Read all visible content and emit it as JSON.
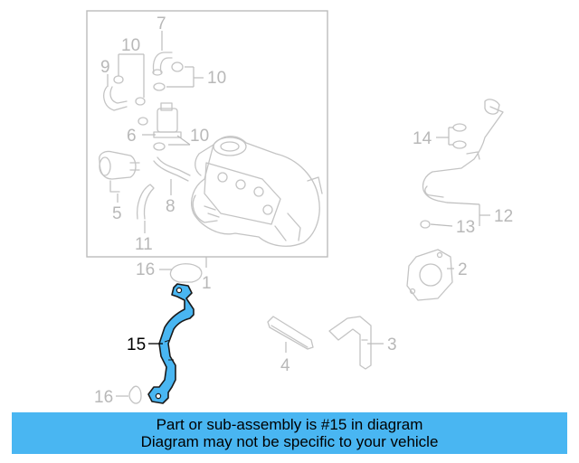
{
  "highlight": {
    "color": "#49b6f2",
    "part_number": "15"
  },
  "callouts": {
    "c1": "1",
    "c2": "2",
    "c3": "3",
    "c4": "4",
    "c5": "5",
    "c6": "6",
    "c7": "7",
    "c8": "8",
    "c9": "9",
    "c10a": "10",
    "c10b": "10",
    "c10c": "10",
    "c11": "11",
    "c12": "12",
    "c13": "13",
    "c14": "14",
    "c15": "15",
    "c16a": "16",
    "c16b": "16"
  },
  "banner": {
    "line1": "Part or sub-assembly is #15 in diagram",
    "line2": "Diagram may not be specific to your vehicle"
  }
}
